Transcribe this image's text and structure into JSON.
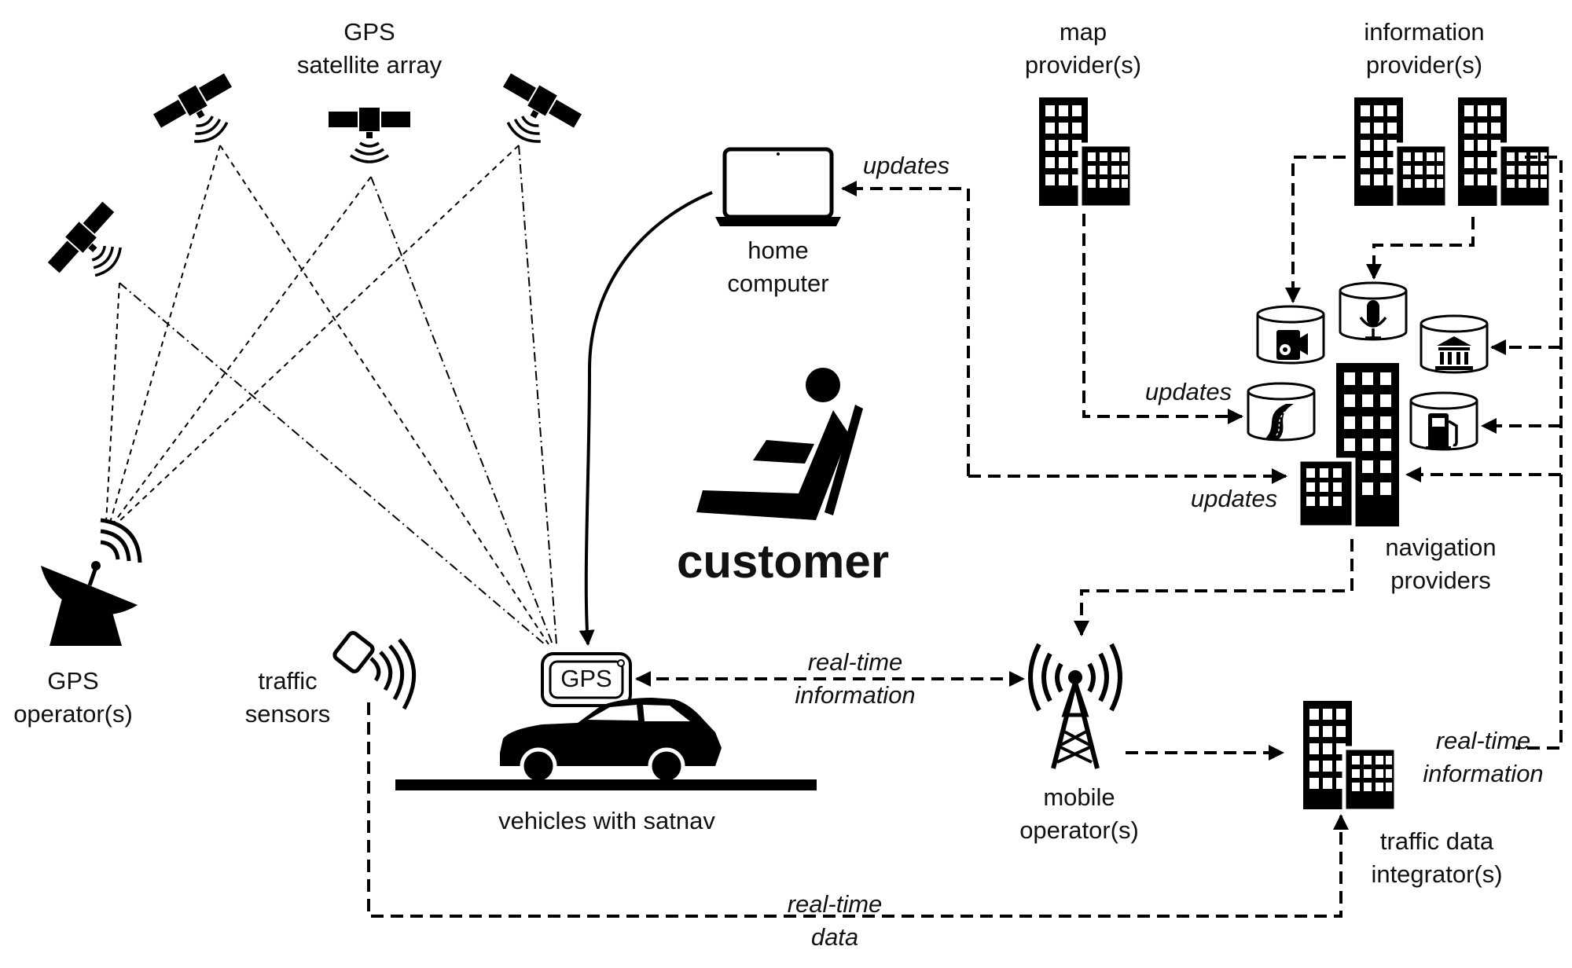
{
  "labels": {
    "gps_array": [
      "GPS",
      "satellite array"
    ],
    "gps_operator": [
      "GPS",
      "operator(s)"
    ],
    "traffic_sensors": [
      "traffic",
      "sensors"
    ],
    "vehicles": "vehicles with satnav",
    "gps_device": "GPS",
    "home_computer": [
      "home",
      "computer"
    ],
    "customer": "customer",
    "map_provider": [
      "map",
      "provider(s)"
    ],
    "info_provider": [
      "information",
      "provider(s)"
    ],
    "navigation_providers": [
      "navigation",
      "providers"
    ],
    "mobile_operator": [
      "mobile",
      "operator(s)"
    ],
    "traffic_integrator": [
      "traffic data",
      "integrator(s)"
    ]
  },
  "edge_labels": {
    "updates_computer": "updates",
    "updates_map": "updates",
    "updates_nav": "updates",
    "rt_info_car": [
      "real-time",
      "information"
    ],
    "rt_info_integrator": [
      "real-time",
      "information"
    ],
    "rt_data": [
      "real-time",
      "data"
    ]
  },
  "icons": [
    "satellite-icon",
    "satellite-dish-icon",
    "traffic-sensor-icon",
    "car-icon",
    "gps-device-icon",
    "laptop-icon",
    "seated-person-icon",
    "office-building-icon",
    "cell-tower-icon",
    "speed-camera-icon",
    "microphone-icon",
    "bank-icon",
    "road-icon",
    "fuel-pump-icon"
  ],
  "colors": {
    "ink": "#000000",
    "background": "#ffffff"
  }
}
